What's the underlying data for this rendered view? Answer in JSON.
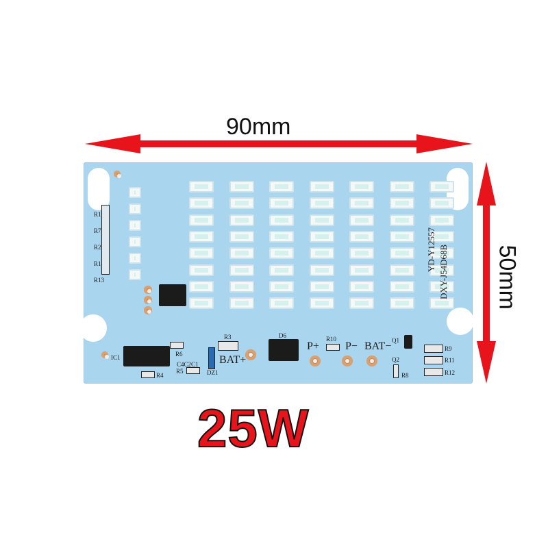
{
  "dimensions": {
    "width_label": "90mm",
    "height_label": "50mm"
  },
  "wattage_label": "25W",
  "board": {
    "model_line1": "YD-Y12557",
    "model_line2": "DXY-J54D68B",
    "led_grid": {
      "columns": 7,
      "rows": 8
    },
    "left_resistor_labels": [
      "R1",
      "R7",
      "R2",
      "R14",
      "R13"
    ],
    "component_labels": {
      "ic1": "IC1",
      "r3": "R3",
      "r6": "R6",
      "r4": "R4",
      "r5": "R5",
      "caps": "C4C2C1",
      "dz1": "DZ1",
      "d6": "D6",
      "r10": "R10",
      "q1": "Q1",
      "q2": "Q2",
      "r9": "R9",
      "r11": "R11",
      "r12": "R12",
      "r8": "R8"
    },
    "terminals": {
      "bat_plus": "BAT+",
      "p_plus": "P+",
      "p_minus": "P−",
      "bat_minus": "BAT−"
    }
  },
  "colors": {
    "arrow": "#e8141c",
    "board": "#a9d5ee",
    "wattage": "#e8141c"
  }
}
